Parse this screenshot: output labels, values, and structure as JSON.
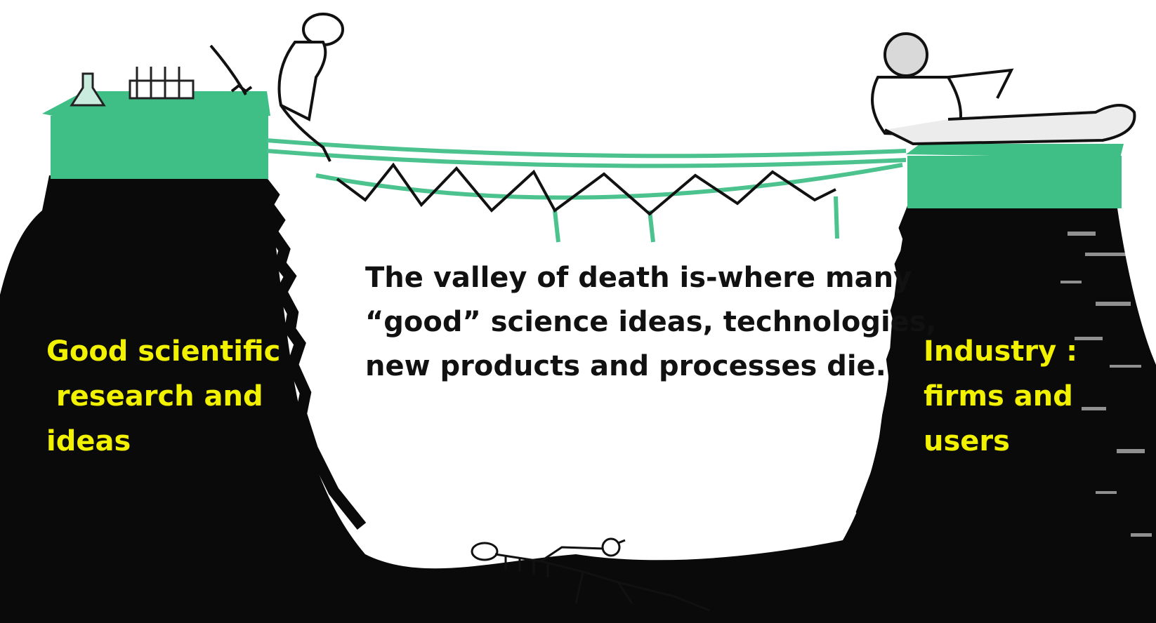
{
  "diagram": {
    "left_cliff_label": "Good scientific\n research and\nideas",
    "right_cliff_label": "Industry :\nfirms and\nusers",
    "caption": "The valley of death is-where many\n“good” science ideas, technologies,\nnew products and processes die."
  },
  "colors": {
    "cliff_top_green": "#3fbf86",
    "bridge_green": "#4cc38e",
    "label_yellow": "#f2f200",
    "rock_black": "#0a0a0a",
    "caption_text": "#111111"
  },
  "icons": [
    "scientist-figure",
    "industrialist-figure",
    "skeleton-figure",
    "lab-flask-icon",
    "test-tube-rack-icon"
  ]
}
